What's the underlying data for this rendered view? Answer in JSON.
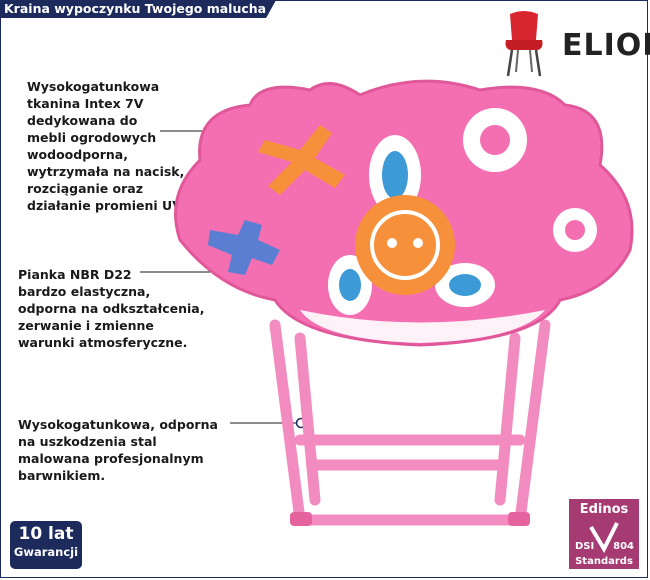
{
  "header": {
    "title": "Kraina wypoczynku Twojego malucha"
  },
  "brand": {
    "name": "ELIOR"
  },
  "callouts": [
    {
      "text": "Wysokogatunkowa\ntkanina Intex 7V\ndedykowana do\nmebli ogrodowych\nwodoodporna,\nwytrzymała na nacisk,\nrozciąganie oraz\ndziałanie promieni UV."
    },
    {
      "text": "Pianka NBR D22\nbardzo elastyczna,\nodporna na odkształcenia,\nzerwanie i zmienne\nwarunki atmosferyczne."
    },
    {
      "text": "Wysokogatunkowa, odporna\nna uszkodzenia stal\nmalowana profesjonalnym\nbarwnikiem."
    }
  ],
  "warranty": {
    "years": "10 lat",
    "label": "Gwarancji"
  },
  "certificate": {
    "title": "Edinos",
    "dsi": "DSI",
    "number": "804",
    "standard": "Standards"
  },
  "colors": {
    "navy": "#1c2a5c",
    "pink": "#f46fb1",
    "cert": "#a63a72"
  }
}
